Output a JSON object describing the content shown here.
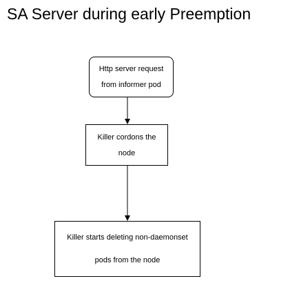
{
  "title": "SA Server during early Preemption",
  "nodes": [
    {
      "id": "n1",
      "shape": "rounded-rectangle",
      "lines": [
        "Http server request",
        "from informer pod"
      ]
    },
    {
      "id": "n2",
      "shape": "rectangle",
      "lines": [
        "Killer cordons the",
        "node"
      ]
    },
    {
      "id": "n3",
      "shape": "rectangle",
      "lines": [
        "Killer starts deleting non-daemonset",
        "pods from the node"
      ]
    }
  ],
  "edges": [
    {
      "from": "n1",
      "to": "n2"
    },
    {
      "from": "n2",
      "to": "n3"
    }
  ],
  "colors": {
    "stroke": "#000000",
    "text": "#000000",
    "background": "#ffffff"
  }
}
